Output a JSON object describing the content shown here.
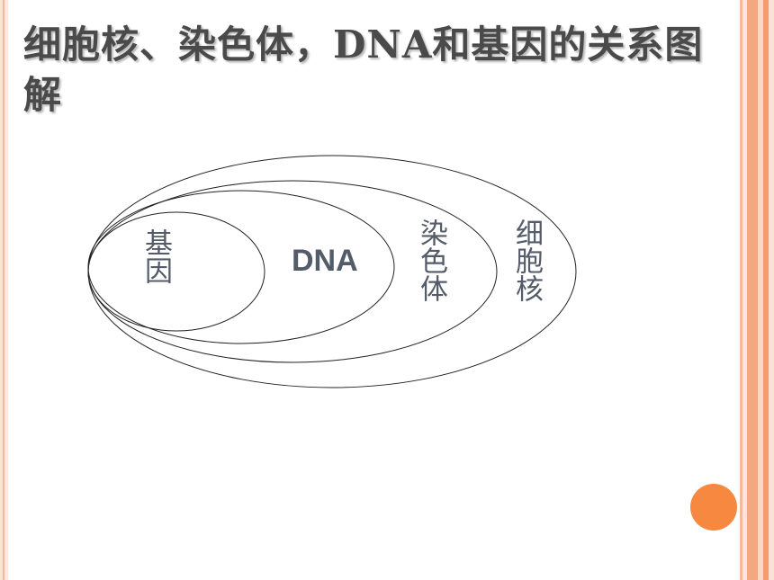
{
  "slide": {
    "title": "细胞核、染色体，DNA和基因的关系图解"
  },
  "diagram": {
    "labels": {
      "gene": "基因",
      "dna": "DNA",
      "chromosome": "染色体",
      "nucleus": "细胞核"
    }
  },
  "colors": {
    "text": "#545c6a",
    "title": "#4a4a4a",
    "accent_dot": "#f7883f",
    "border_light": "#fde3d6",
    "border_dark": "#f29c74"
  }
}
